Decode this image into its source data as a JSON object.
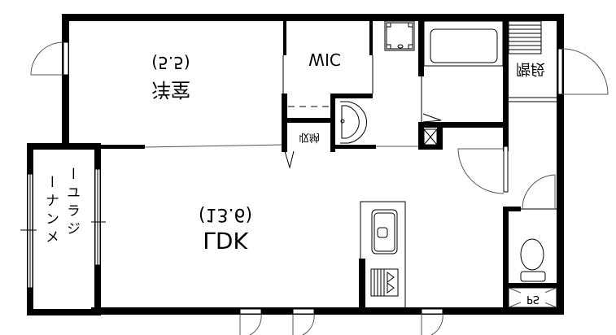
{
  "floor_plan": {
    "orientation_note_visible": "text rendered vertically flipped",
    "rooms": [
      {
        "id": "western-room",
        "label": "洋室",
        "area": "(5.5)"
      },
      {
        "id": "wic",
        "label": "WIC"
      },
      {
        "id": "storage",
        "label": "収納"
      },
      {
        "id": "ldk",
        "label": "LDK",
        "area": "(13.6)"
      },
      {
        "id": "stairs",
        "label": "階段"
      },
      {
        "id": "ps",
        "label": "PS"
      },
      {
        "id": "balcony",
        "label_col1": "ー ナ ン メ",
        "label_col2": "ー ユ ラ ジ"
      }
    ],
    "fixtures": [
      "washing-machine-pan",
      "bathtub",
      "washbasin",
      "toilet",
      "kitchen-sink",
      "stove",
      "pipe-shaft-cross"
    ]
  }
}
